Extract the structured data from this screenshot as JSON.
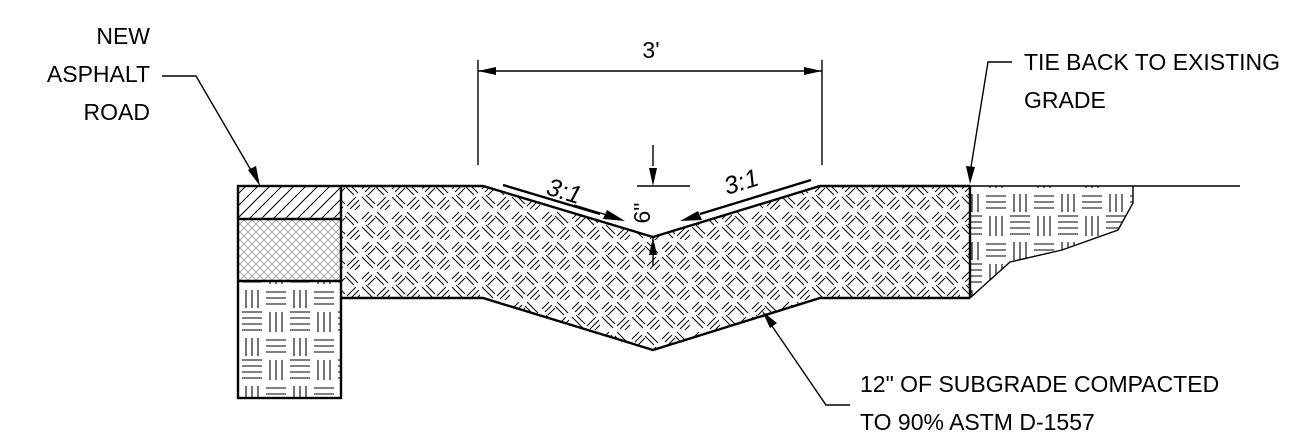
{
  "labels": {
    "road_line1": "NEW",
    "road_line2": "ASPHALT",
    "road_line3": "ROAD",
    "width_dim": "3'",
    "tie_line1": "TIE BACK TO EXISTING",
    "tie_line2": "GRADE",
    "slope_left": "3:1",
    "slope_right": "3:1",
    "depth_dim": "6\"",
    "subgrade_line1": "12\" OF SUBGRADE COMPACTED",
    "subgrade_line2": "TO 90% ASTM D-1557"
  }
}
